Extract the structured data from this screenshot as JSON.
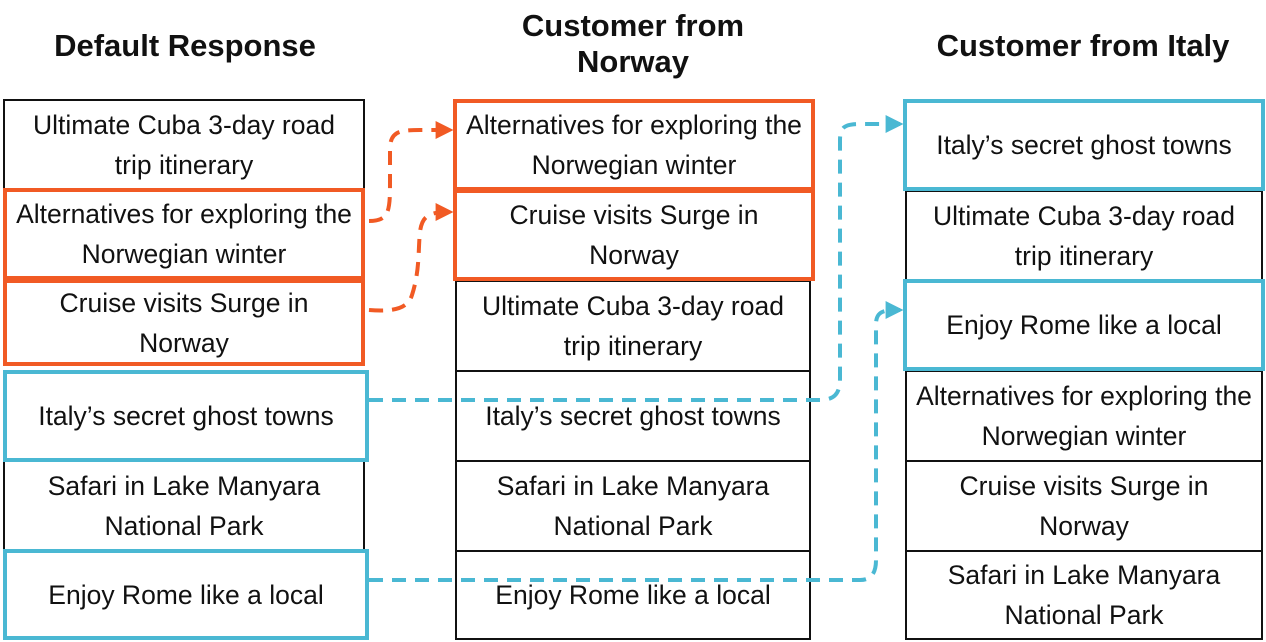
{
  "columns": [
    {
      "title": "Default Response",
      "items": [
        "Ultimate Cuba 3-day road trip itinerary",
        "Alternatives for exploring the Norwegian winter",
        "Cruise visits Surge in Norway",
        "Italy’s secret ghost towns",
        "Safari in Lake Manyara National Park",
        "Enjoy Rome like a local"
      ]
    },
    {
      "title": "Customer from Norway",
      "items": [
        "Alternatives for exploring the Norwegian winter",
        "Cruise visits Surge in Norway",
        "Ultimate Cuba 3-day road trip itinerary",
        "Italy’s secret ghost towns",
        "Safari in Lake Manyara National Park",
        "Enjoy Rome like a local"
      ]
    },
    {
      "title": "Customer from Italy",
      "items": [
        "Italy’s secret ghost towns",
        "Ultimate Cuba 3-day road trip itinerary",
        "Enjoy Rome like a local",
        "Alternatives for exploring the Norwegian winter",
        "Cruise visits Surge in Norway",
        "Safari in Lake Manyara National Park"
      ]
    }
  ],
  "colors": {
    "norway": "#f15a24",
    "italy": "#4ab8d3",
    "default_border": "#111111"
  }
}
